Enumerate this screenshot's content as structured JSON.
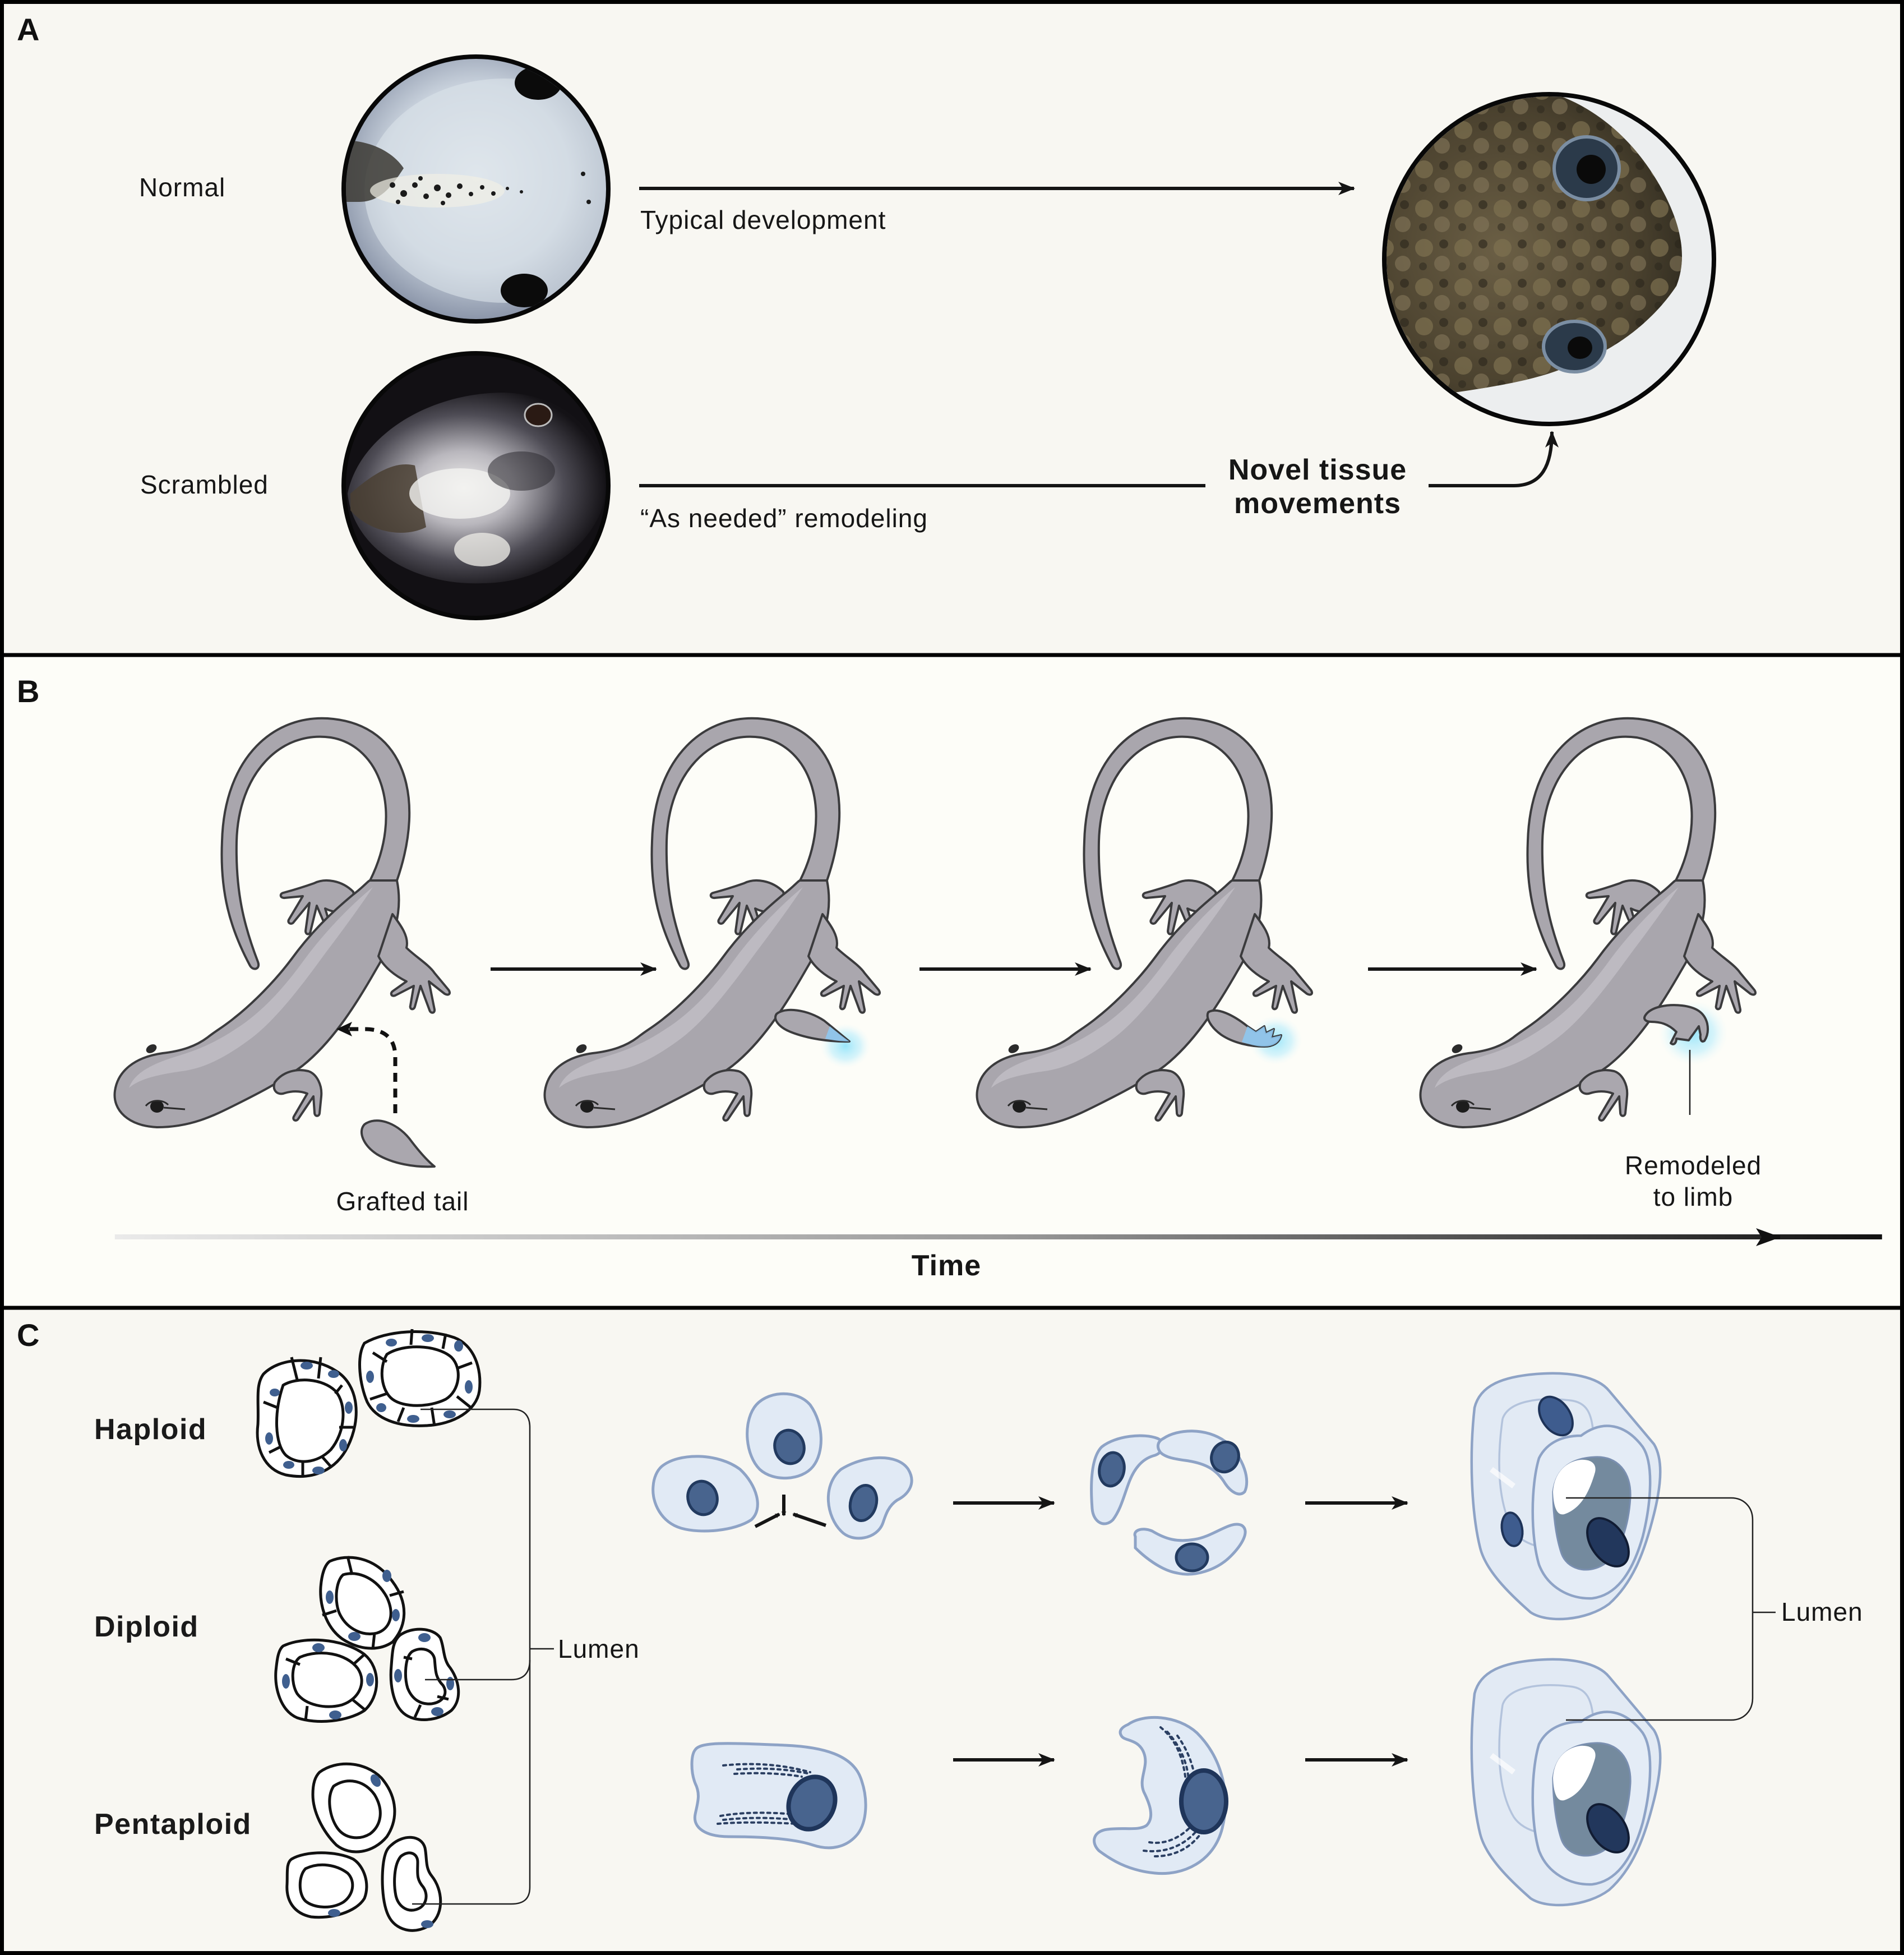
{
  "figure": {
    "panels": [
      {
        "id": "A",
        "label": "A"
      },
      {
        "id": "B",
        "label": "B"
      },
      {
        "id": "C",
        "label": "C"
      }
    ],
    "colors": {
      "panel_a_bg": "#f8f7f2",
      "panel_b_bg": "#fdfdf8",
      "panel_c_bg": "#f8f7f2",
      "border": "#000000",
      "salamander_gray": "#a9a6ad",
      "regeneration_glow": "#7fd6f2",
      "cell_fill": "#e1eaf5",
      "cell_outline": "#8ea3c6",
      "nucleus": "#48648e"
    }
  },
  "panel_a": {
    "rows": [
      {
        "label": "Normal",
        "image": "normal-tadpole-photo",
        "path_label": "Typical development"
      },
      {
        "label": "Scrambled",
        "image": "scrambled-tadpole-photo",
        "path_label": "“As needed” remodeling"
      }
    ],
    "outcome_image": "normal-frog-face-photo",
    "callout": {
      "line1": "Novel tissue",
      "line2": "movements"
    }
  },
  "panel_b": {
    "stages": [
      {
        "name": "graft",
        "label": "Grafted tail"
      },
      {
        "name": "early-remodeling",
        "label": ""
      },
      {
        "name": "mid-remodeling",
        "label": ""
      },
      {
        "name": "remodeled",
        "label_line1": "Remodeled",
        "label_line2": "to limb"
      }
    ],
    "axis_label": "Time"
  },
  "panel_c": {
    "ploidy_labels": [
      "Haploid",
      "Diploid",
      "Pentaploid"
    ],
    "left_bracket_label": "Lumen",
    "right_bracket_label": "Lumen",
    "rows": [
      {
        "name": "multicellular",
        "steps": [
          "three-cells-converging",
          "cells-forming-ring",
          "tubule-multicellular"
        ]
      },
      {
        "name": "single-cell",
        "steps": [
          "single-cell",
          "cell-bending",
          "tubule-single-cell"
        ]
      }
    ]
  }
}
